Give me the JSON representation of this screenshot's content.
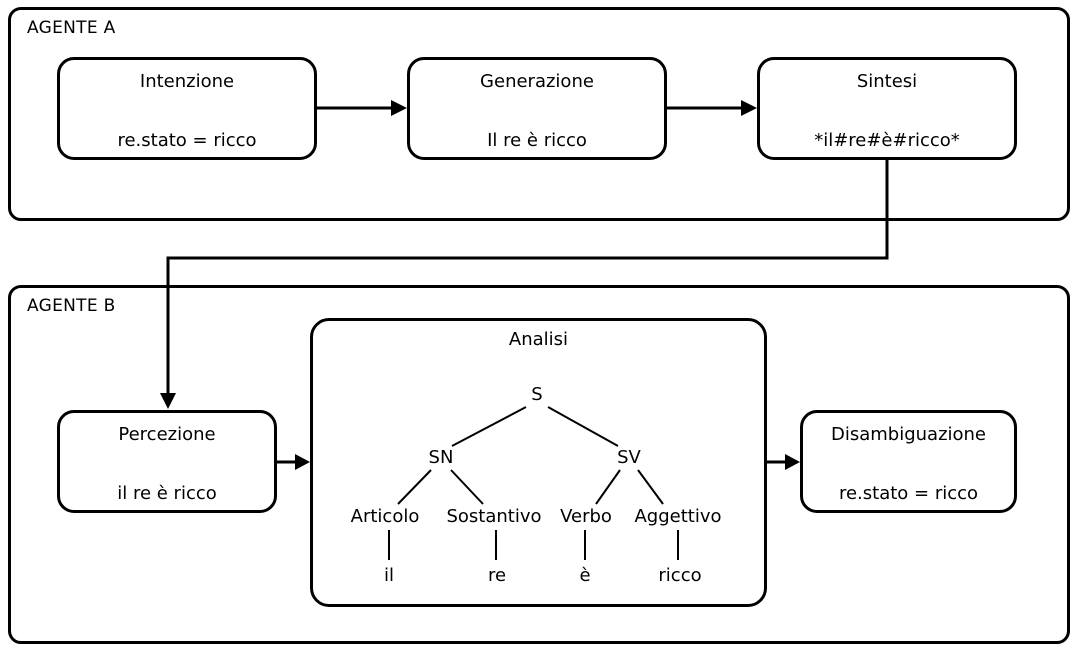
{
  "colors": {
    "stroke": "#000000",
    "background": "#ffffff"
  },
  "agent_a": {
    "label": "AGENTE A",
    "boxes": [
      {
        "title": "Intenzione",
        "value": "re.stato = ricco"
      },
      {
        "title": "Generazione",
        "value": "Il re è ricco"
      },
      {
        "title": "Sintesi",
        "value": "*il#re#è#ricco*"
      }
    ]
  },
  "agent_b": {
    "label": "AGENTE B",
    "percezione": {
      "title": "Percezione",
      "value": "il re è ricco"
    },
    "disambiguazione": {
      "title": "Disambiguazione",
      "value": "re.stato = ricco"
    },
    "analisi": {
      "title": "Analisi",
      "tree": {
        "root": "S",
        "sn": "SN",
        "sv": "SV",
        "articolo": "Articolo",
        "sostantivo": "Sostantivo",
        "verbo": "Verbo",
        "aggettivo": "Aggettivo",
        "leaf_il": "il",
        "leaf_re": "re",
        "leaf_e": "è",
        "leaf_ricco": "ricco"
      }
    }
  }
}
